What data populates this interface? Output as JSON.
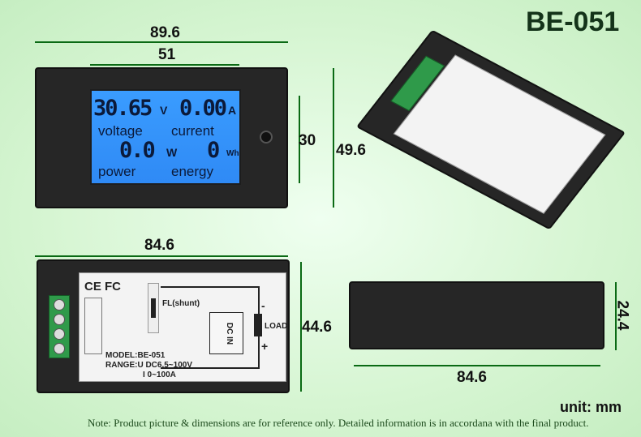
{
  "title": "BE-051",
  "front": {
    "dim_width": "89.6",
    "dim_lcd_width": "51",
    "dim_lcd_height": "30",
    "dim_height": "49.6",
    "lcd": {
      "voltage_value": "30.65",
      "voltage_unit": "V",
      "voltage_label": "voltage",
      "current_value": "0.00",
      "current_unit": "A",
      "current_label": "current",
      "power_value": "0.0",
      "power_unit": "W",
      "power_label": "power",
      "energy_value": "0",
      "energy_unit": "Wh",
      "energy_label": "energy"
    }
  },
  "back": {
    "dim_width": "84.6",
    "dim_height": "44.6",
    "certs": "CE FC",
    "shunt": "FL(shunt)",
    "load": "LOAD",
    "dc_in": "DC IN",
    "minus": "-",
    "plus": "+",
    "model": "MODEL:BE-051",
    "range_u": "RANGE:U DC6.5~100V",
    "range_i": "I 0~100A"
  },
  "side": {
    "dim_width": "84.6",
    "dim_height": "24.4"
  },
  "unit_note": "unit: mm",
  "footnote": "Note: Product picture & dimensions are for reference only. Detailed information is in accordana with the final product.",
  "colors": {
    "lcd": "#3a9cff",
    "dimension_line": "#0a6a14",
    "body": "#262626",
    "terminal": "#2f9a4a"
  }
}
